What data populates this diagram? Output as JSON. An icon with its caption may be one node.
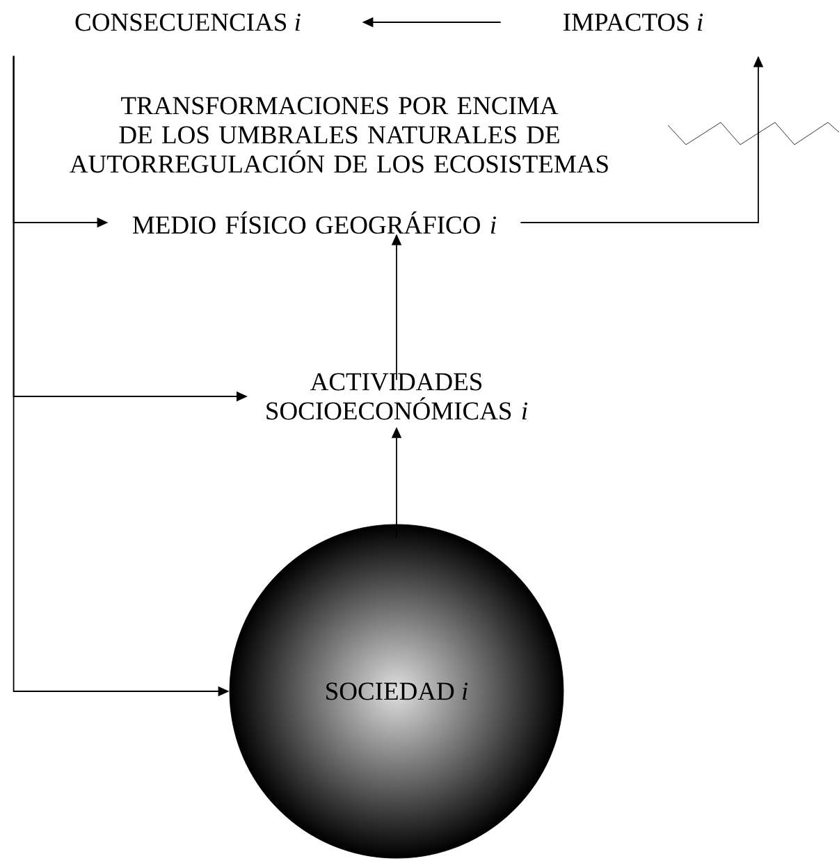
{
  "diagram": {
    "nodes": [
      {
        "text": [
          "CONSECUENCIAS *i*"
        ]
      },
      {
        "text": [
          "IMPACTOS *i*"
        ]
      },
      {
        "text": [
          "MEDIO FÍSICO GEOGRÁFICO *i*"
        ]
      },
      {
        "text": [
          "ACTIVIDADES SOCIOECONÓMICAS *i*"
        ]
      },
      {
        "text": [
          "SOCIEDAD *i*"
        ]
      }
    ],
    "edges": [
      {
        "from": 1,
        "to": 0,
        "arrow": "to"
      },
      {
        "from": 2,
        "to": 1,
        "arrow": "to"
      },
      {
        "from": 3,
        "to": 2,
        "arrow": "to"
      },
      {
        "from": 4,
        "to": 3,
        "arrow": "to"
      },
      {
        "from": 0,
        "to": 2,
        "arrow": "to"
      },
      {
        "from": 0,
        "to": 3,
        "arrow": "to"
      },
      {
        "from": 0,
        "to": 4,
        "arrow": "to"
      }
    ],
    "labels": [
      "TRANSFORMACIONES POR ENCIMA DE LOS UMBRALES NATURALES  DE AUTORREGULACIÓN DE LOS ECOSISTEMAS"
    ]
  }
}
